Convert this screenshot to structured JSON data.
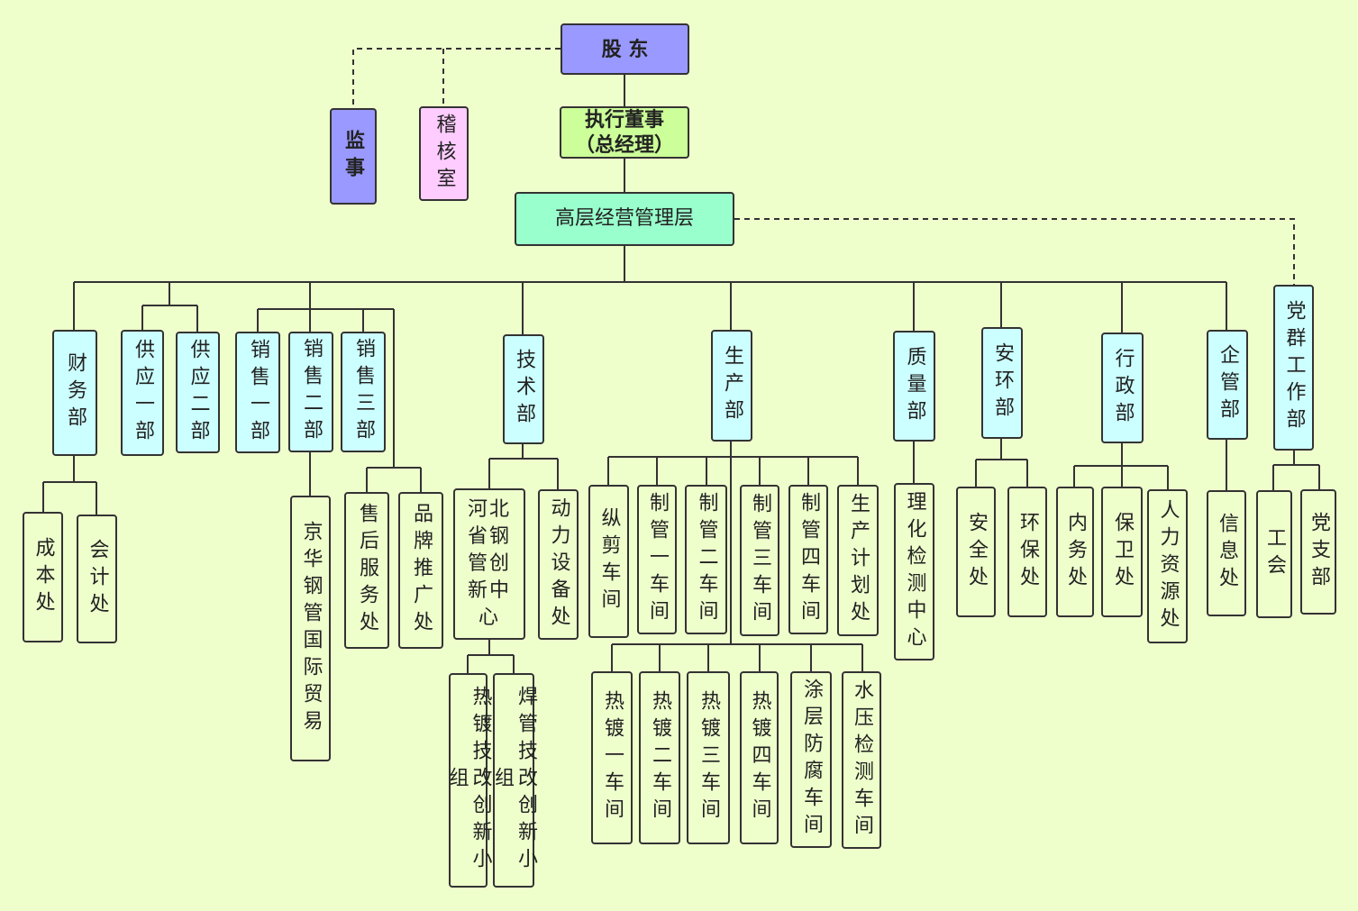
{
  "colors": {
    "background": "#eeffcc",
    "shareholders": "#9999ff",
    "executive": "#ccff99",
    "audit": "#ffccff",
    "management": "#99ffcc",
    "department": "#ccffff",
    "line": "#333333"
  },
  "top": {
    "shareholders": "股 东",
    "supervisor": "监事",
    "audit_office": "稽核室",
    "executive": "执行董事\n（总经理）",
    "management": "高层经营管理层"
  },
  "departments": {
    "finance": "财务部",
    "supply1": "供应一部",
    "supply2": "供应二部",
    "sales1": "销售一部",
    "sales2": "销售二部",
    "sales3": "销售三部",
    "tech": "技术部",
    "production": "生产部",
    "quality": "质量部",
    "safety_env": "安环部",
    "admin": "行政部",
    "enterprise_mgmt": "企管部",
    "party": "党群工作部"
  },
  "units": {
    "cost": "成本处",
    "accounting": "会计处",
    "jinghua": "京华钢管国际贸易",
    "aftersales": "售后服务处",
    "brand": "品牌推广处",
    "innovation_center": "河北省钢管创新中心",
    "power_equipment": "动力设备处",
    "galv_group": "热镀技改创新小组",
    "weld_group": "焊管技改创新小组",
    "slitting": "纵剪车间",
    "pipe1": "制管一车间",
    "pipe2": "制管二车间",
    "pipe3": "制管三车间",
    "pipe4": "制管四车间",
    "planning": "生产计划处",
    "galv1": "热镀一车间",
    "galv2": "热镀二车间",
    "galv3": "热镀三车间",
    "galv4": "热镀四车间",
    "coating": "涂层防腐车间",
    "hydro": "水压检测车间",
    "lab": "理化检测中心",
    "safety": "安全处",
    "env": "环保处",
    "internal": "内务处",
    "security": "保卫处",
    "hr": "人力资源处",
    "info": "信息处",
    "union": "工会",
    "party_branch": "党支部"
  }
}
